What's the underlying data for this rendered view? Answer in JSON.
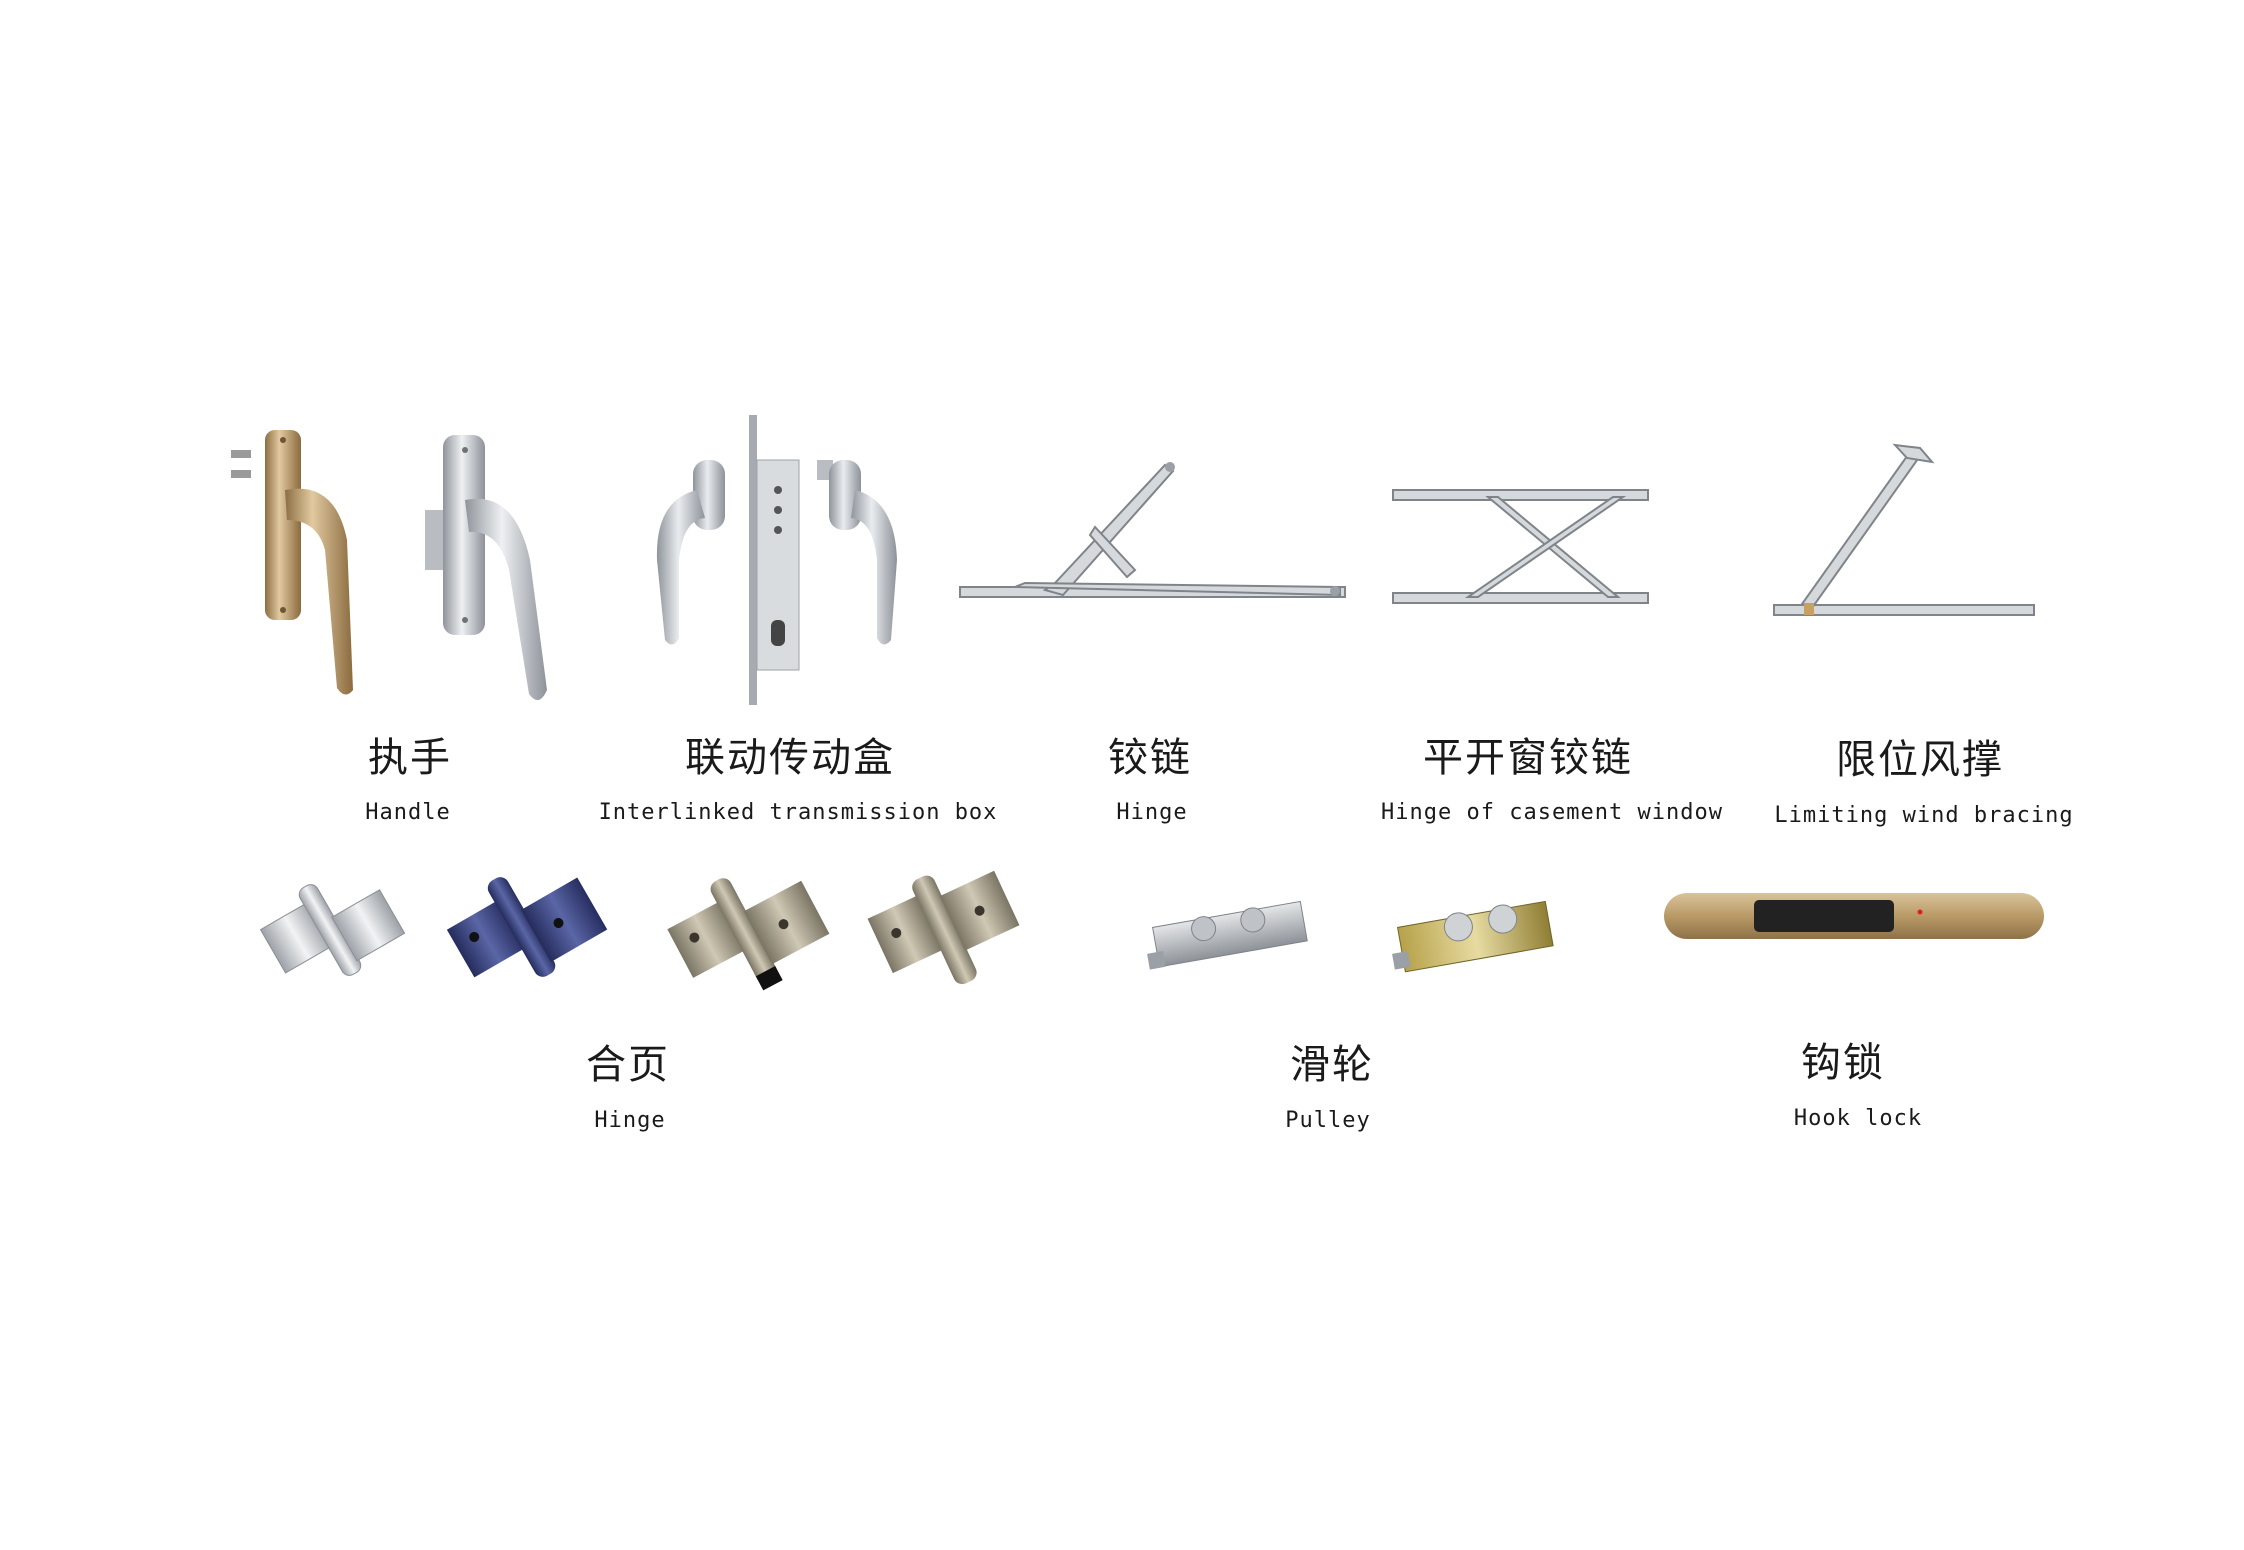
{
  "products": [
    {
      "id": "handle",
      "cn": "执手",
      "en": "Handle"
    },
    {
      "id": "transmission",
      "cn": "联动传动盒",
      "en": "Interlinked transmission box"
    },
    {
      "id": "hinge-arm",
      "cn": "铰链",
      "en": "Hinge"
    },
    {
      "id": "casement-hinge",
      "cn": "平开窗铰链",
      "en": "Hinge of casement window"
    },
    {
      "id": "wind-brace",
      "cn": "限位风撑",
      "en": "Limiting wind bracing"
    },
    {
      "id": "door-hinge",
      "cn": "合页",
      "en": "Hinge"
    },
    {
      "id": "pulley",
      "cn": "滑轮",
      "en": "Pulley"
    },
    {
      "id": "hook-lock",
      "cn": "钩锁",
      "en": "Hook lock"
    }
  ],
  "colors": {
    "gold": "#b89a6a",
    "silver": "#c9ccd1",
    "blue": "#3c4683",
    "champagne": "#a39a86",
    "text": "#1a1a1a"
  }
}
